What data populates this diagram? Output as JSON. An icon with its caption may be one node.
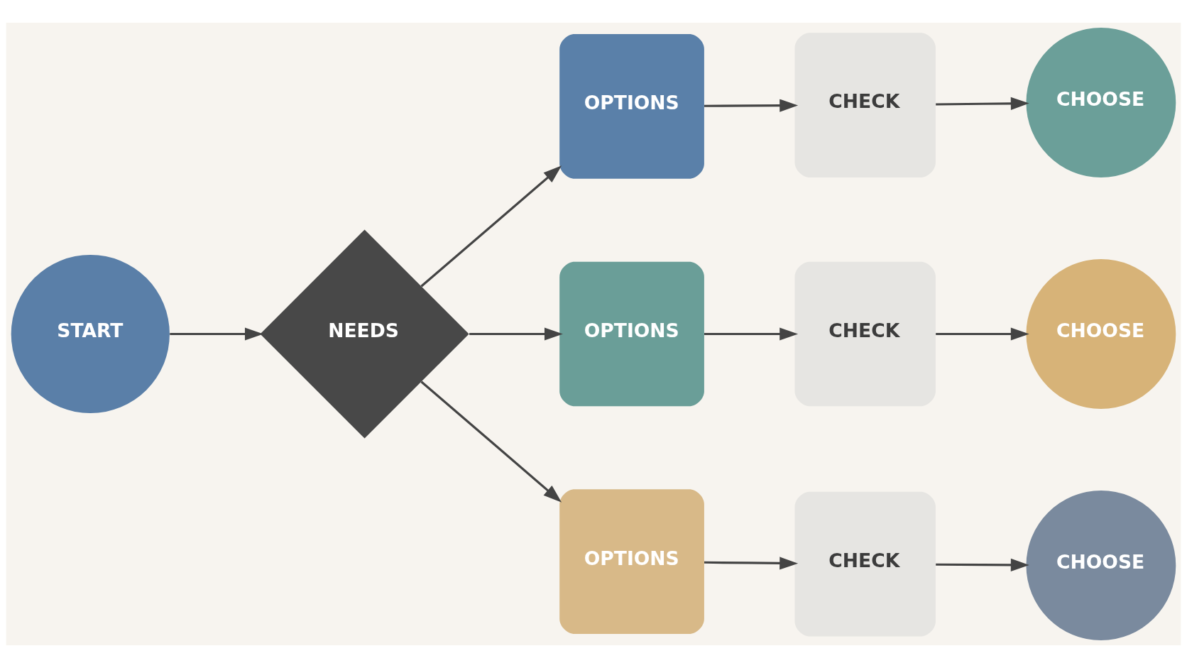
{
  "diagram": {
    "nodes": [
      {
        "text": [
          "START"
        ]
      },
      {
        "text": [
          "NEEDS"
        ]
      },
      {
        "text": [
          "OPTIONS"
        ]
      },
      {
        "text": [
          "CHECK"
        ]
      },
      {
        "text": [
          "CHOOSE"
        ]
      },
      {
        "text": [
          "OPTIONS"
        ]
      },
      {
        "text": [
          "CHECK"
        ]
      },
      {
        "text": [
          "CHOOSE"
        ]
      },
      {
        "text": [
          "OPTIONS"
        ]
      },
      {
        "text": [
          "CHECK"
        ]
      },
      {
        "text": [
          "CHOOSE"
        ]
      }
    ],
    "edges": [
      {
        "from": 0,
        "to": 1,
        "arrow": "to"
      },
      {
        "from": 1,
        "to": 2,
        "arrow": "to"
      },
      {
        "from": 1,
        "to": 5,
        "arrow": "to"
      },
      {
        "from": 1,
        "to": 8,
        "arrow": "to"
      },
      {
        "from": 2,
        "to": 3,
        "arrow": "to"
      },
      {
        "from": 3,
        "to": 4,
        "arrow": "to"
      },
      {
        "from": 5,
        "to": 6,
        "arrow": "to"
      },
      {
        "from": 6,
        "to": 7,
        "arrow": "to"
      },
      {
        "from": 8,
        "to": 9,
        "arrow": "to"
      },
      {
        "from": 9,
        "to": 10,
        "arrow": "to"
      }
    ]
  }
}
